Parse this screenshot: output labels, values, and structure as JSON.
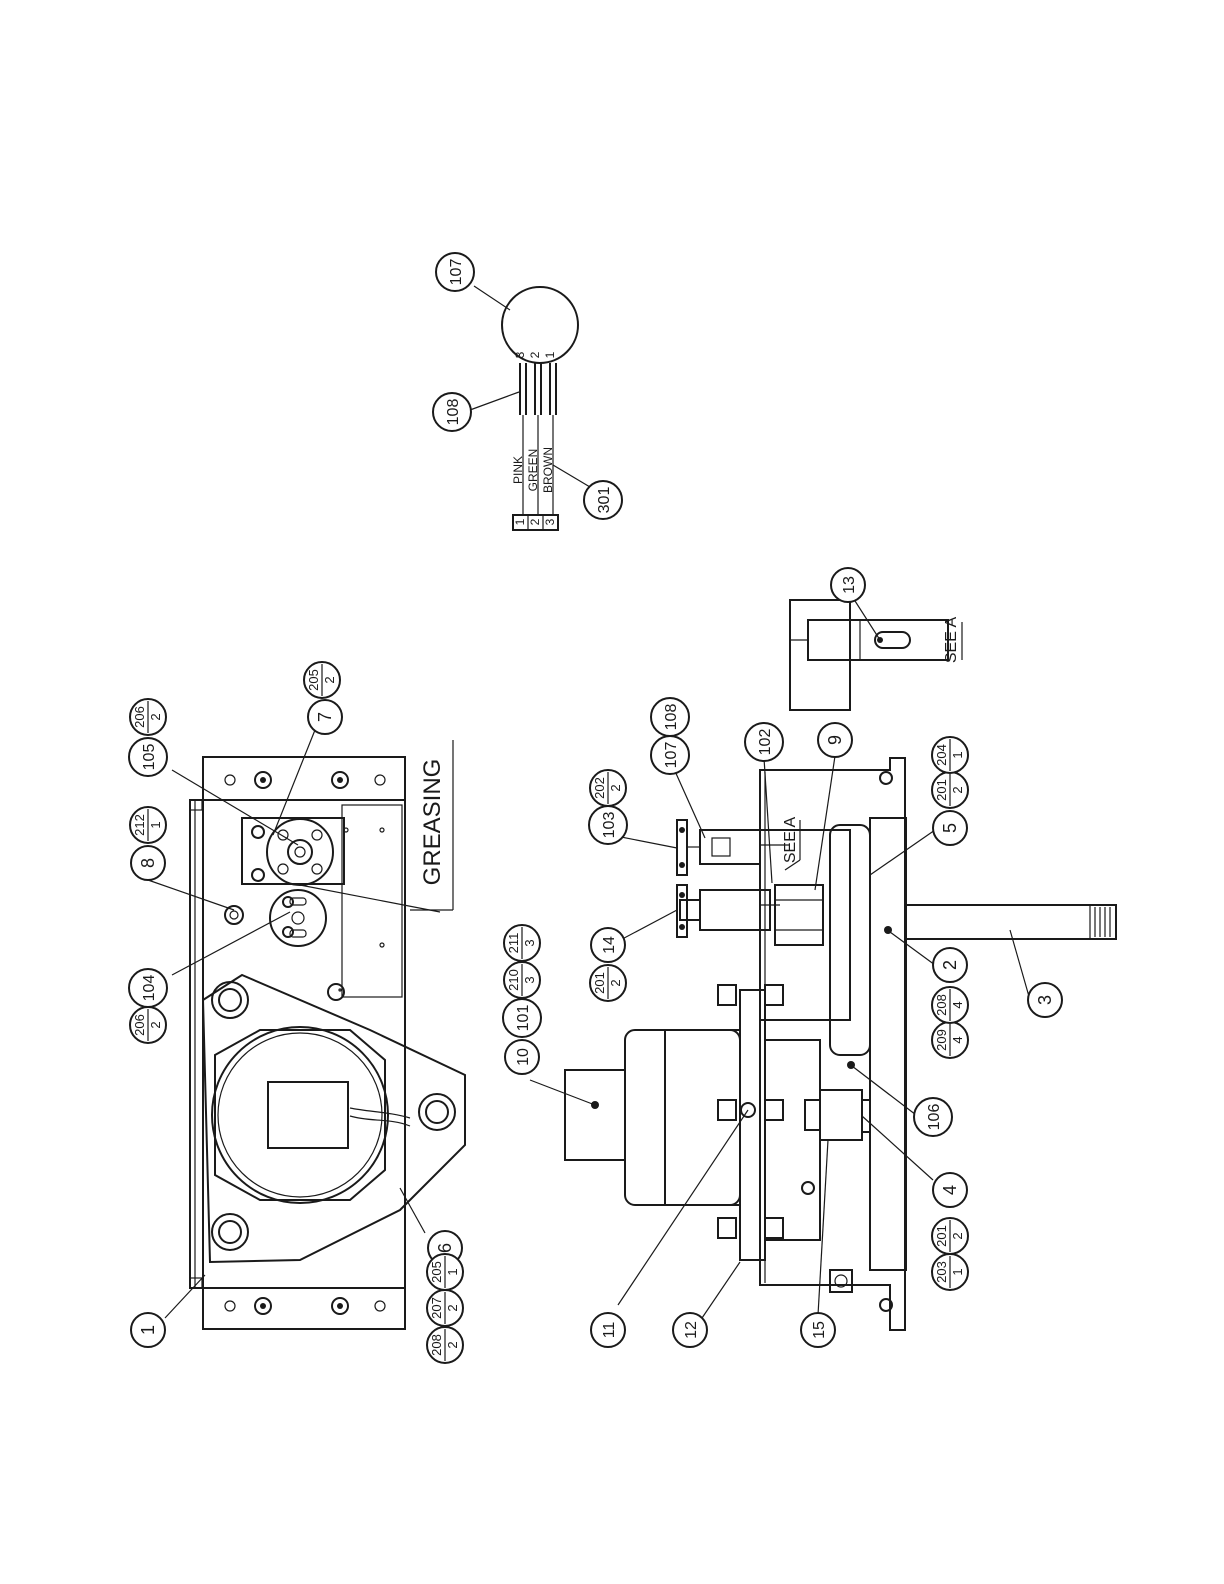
{
  "balloons": {
    "b1": "1",
    "b2": "2",
    "b3": "3",
    "b4": "4",
    "b5": "5",
    "b6": "6",
    "b7": "7",
    "b8": "8",
    "b9": "9",
    "b10": "10",
    "b11": "11",
    "b12": "12",
    "b13": "13",
    "b14": "14",
    "b15": "15",
    "b101": "101",
    "b102": "102",
    "b103": "103",
    "b104": "104",
    "b105": "105",
    "b106": "106",
    "b107a": "107",
    "b107b": "107",
    "b108a": "108",
    "b108b": "108",
    "b301": "301"
  },
  "fraction_balloons": {
    "f206a": {
      "top": "206",
      "bottom": "2"
    },
    "f205a": {
      "top": "205",
      "bottom": "2"
    },
    "f212": {
      "top": "212",
      "bottom": "1"
    },
    "f206b": {
      "top": "206",
      "bottom": "2"
    },
    "f208a": {
      "top": "208",
      "bottom": "2"
    },
    "f207": {
      "top": "207",
      "bottom": "2"
    },
    "f205b": {
      "top": "205",
      "bottom": "1"
    },
    "f202": {
      "top": "202",
      "bottom": "2"
    },
    "f201a": {
      "top": "201",
      "bottom": "2"
    },
    "f210": {
      "top": "210",
      "bottom": "3"
    },
    "f211": {
      "top": "211",
      "bottom": "3"
    },
    "f201b": {
      "top": "201",
      "bottom": "2"
    },
    "f204": {
      "top": "204",
      "bottom": "1"
    },
    "f209": {
      "top": "209",
      "bottom": "4"
    },
    "f208b": {
      "top": "208",
      "bottom": "4"
    },
    "f203": {
      "top": "203",
      "bottom": "1"
    },
    "f201c": {
      "top": "201",
      "bottom": "2"
    }
  },
  "labels": {
    "greasing": "GREASING",
    "see_a_1": "SEE A",
    "see_a_2": "SEE A"
  },
  "connector": {
    "pins": [
      "1",
      "2",
      "3"
    ],
    "wires": [
      "PINK",
      "GREEN",
      "BROWN"
    ],
    "sensor_pins": [
      "3",
      "2",
      "1"
    ]
  }
}
